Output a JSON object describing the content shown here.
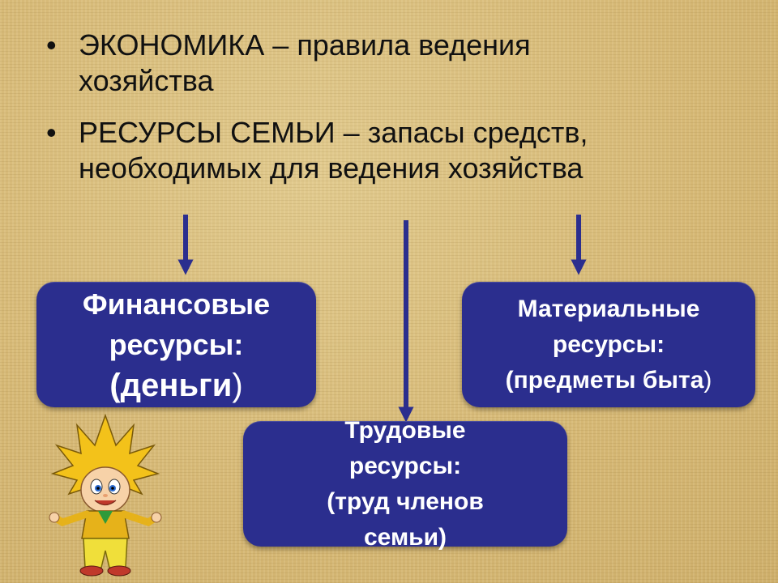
{
  "bullets": [
    {
      "line1": "ЭКОНОМИКА – правила ведения",
      "line2": "хозяйства"
    },
    {
      "line1": "РЕСУРСЫ СЕМЬИ – запасы средств,",
      "line2": "необходимых для ведения хозяйства"
    }
  ],
  "boxes": {
    "financial": {
      "line1": "Финансовые",
      "line2": "ресурсы:",
      "line3_main": "(деньги",
      "line3_close": ")"
    },
    "material": {
      "line1": "Материальные",
      "line2": "ресурсы:",
      "line3_main": "(предметы быта",
      "line3_close": ")"
    },
    "labor": {
      "line1": "Трудовые",
      "line2": "ресурсы:",
      "line3": "(труд членов",
      "line4": "семьи)"
    }
  },
  "colors": {
    "box": "#2b2e8e",
    "arrow": "#2b2e8e",
    "background": "#d9bf7e"
  }
}
